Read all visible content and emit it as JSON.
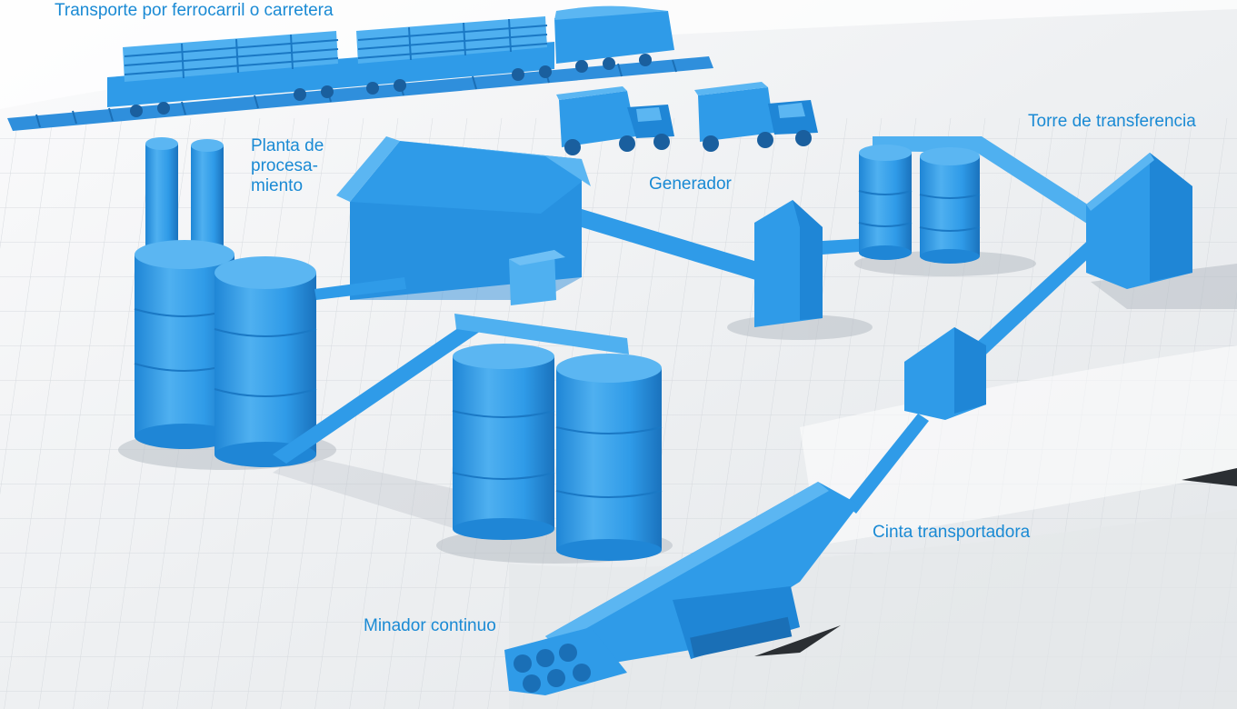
{
  "labels": {
    "rail_transport": "Transporte por ferrocarril o carretera",
    "processing_plant": [
      "Planta de",
      "procesa-",
      "miento"
    ],
    "generator": "Generador",
    "transfer_tower": "Torre de transferencia",
    "conveyor_belt": "Cinta transportadora",
    "continuous_miner": "Minador continuo"
  },
  "colors": {
    "equipment": "#2f9be8",
    "equipment_light": "#5bb6f2",
    "equipment_dark": "#1a78c4",
    "label_text": "#1a8ad4",
    "ground": "#f1f3f5",
    "grid": "#d2d6db",
    "shadow": "#b7bdc4"
  }
}
